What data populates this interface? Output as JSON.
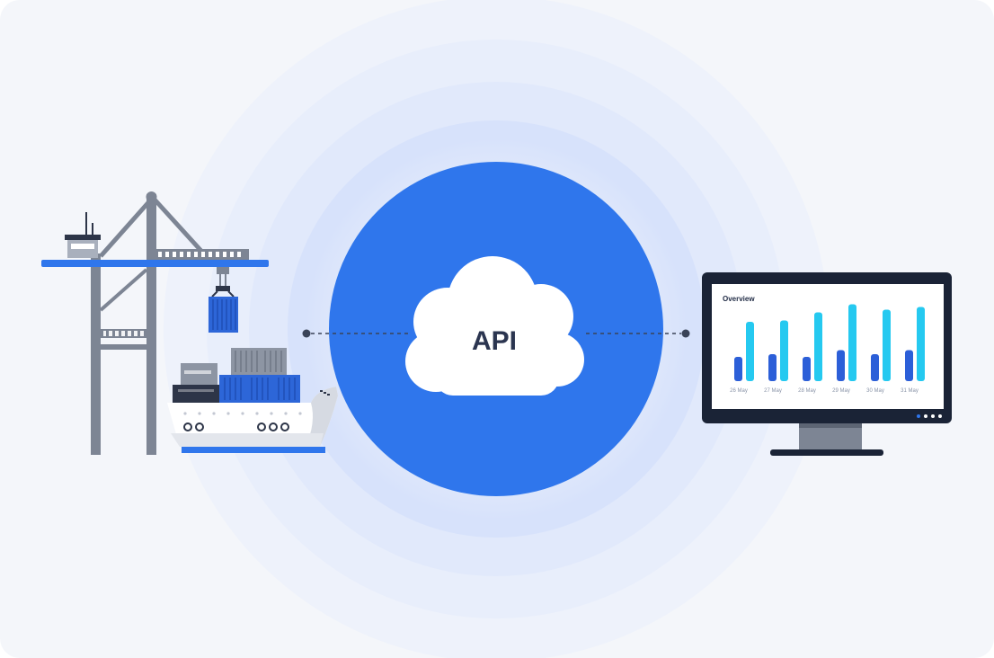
{
  "center": {
    "label": "API"
  },
  "dashboard": {
    "title": "Overview",
    "subtitle": "",
    "dates": [
      "26 May",
      "27 May",
      "28 May",
      "29 May",
      "30 May",
      "31 May"
    ],
    "bars": [
      {
        "dark": 0.18,
        "light": 0.44
      },
      {
        "dark": 0.2,
        "light": 0.45
      },
      {
        "dark": 0.18,
        "light": 0.51
      },
      {
        "dark": 0.23,
        "light": 0.57
      },
      {
        "dark": 0.2,
        "light": 0.53
      },
      {
        "dark": 0.23,
        "light": 0.55
      }
    ]
  },
  "colors": {
    "background": "#f4f6fa",
    "accent_blue": "#2f76ec",
    "dark_blue": "#2c5fd8",
    "light_cyan": "#25c9f0",
    "navy": "#1a2336",
    "crane_gray": "#7d8594",
    "container_blue": "#2d66d8",
    "container_gray": "#8d95a3"
  },
  "icons": [
    "crane-icon",
    "cargo-ship-icon",
    "cloud-icon",
    "monitor-icon"
  ]
}
